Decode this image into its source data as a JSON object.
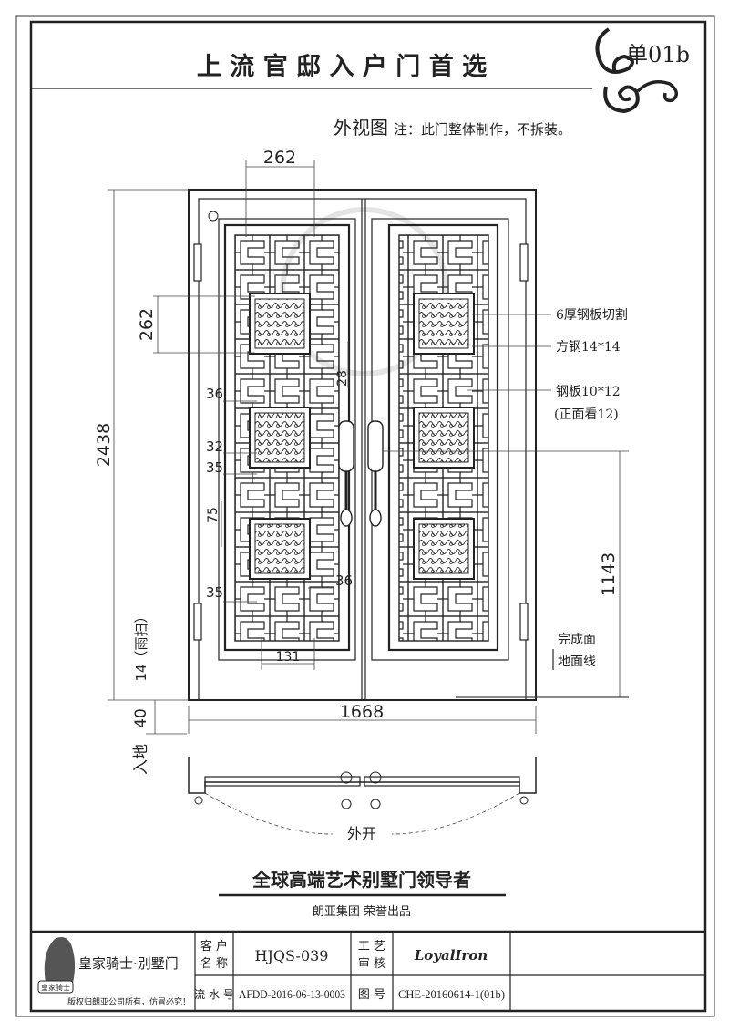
{
  "header": {
    "title": "上 流 官 邸 入 户 门 首 选",
    "sheet_code": "单01b"
  },
  "view": {
    "title": "外视图",
    "note": "注：此门整体制作，不拆装。"
  },
  "dimensions": {
    "top_width": "262",
    "flower_height": "262",
    "total_height": "2438",
    "d36_a": "36",
    "d32": "32",
    "d35_a": "35",
    "d75": "75",
    "d35_b": "35",
    "d28": "28",
    "d36_b": "36",
    "d131": "131",
    "sweep": "14（雨扫）",
    "ground": "40",
    "ground_label": "入地",
    "total_width": "1668",
    "handle_height": "1143"
  },
  "annotations": {
    "steel_plate_cut": "6厚钢板切割",
    "square_steel": "方钢14*14",
    "steel_plate": "钢板10*12",
    "front_view": "(正面看12)",
    "finish_surface": "完成面",
    "ground_line": "地面线",
    "opening": "外开"
  },
  "slogan": {
    "main": "全球高端艺术别墅门领导者",
    "sub": "朗亚集团 荣誉出品"
  },
  "title_block": {
    "brand": "皇家骑士·别墅门",
    "copyright": "版权归朗亚公司所有，仿冒必究！",
    "customer_label_1": "客 户",
    "customer_label_2": "名 称",
    "customer_value": "HJQS-039",
    "serial_label": "流 水 号",
    "serial_value": "AFDD-2016-06-13-0003",
    "process_label_1": "工 艺",
    "process_label_2": "审 核",
    "process_value": "LoyalIron",
    "drawing_label": "图 号",
    "drawing_value": "CHE-20160614-1(01b)",
    "logo_text": "皇家骑士"
  }
}
